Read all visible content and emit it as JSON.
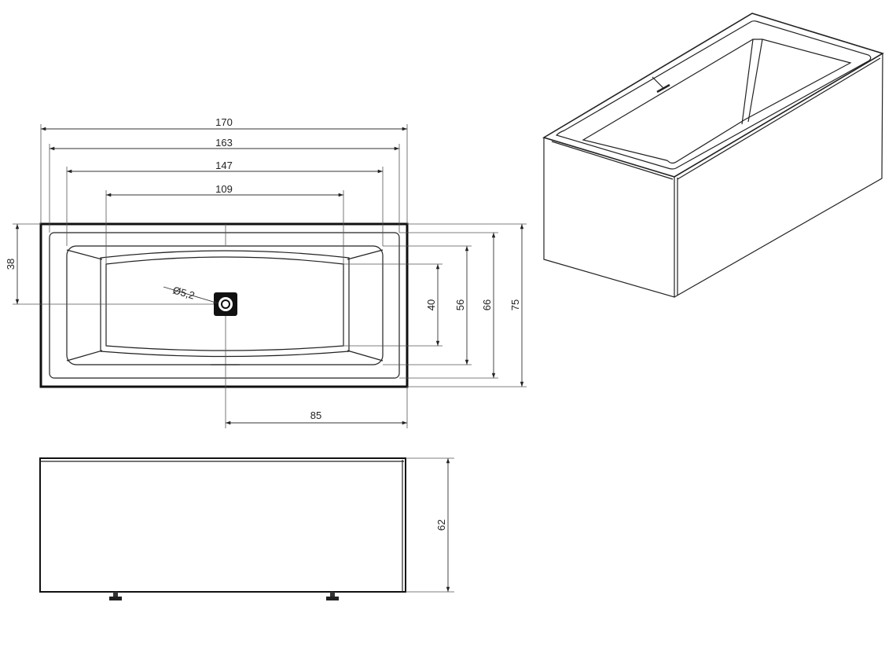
{
  "dimensions": {
    "length_outer": "170",
    "length_rim": "163",
    "length_basin": "147",
    "length_floor": "109",
    "width_outer": "75",
    "width_rim": "66",
    "width_basin": "56",
    "width_floor": "40",
    "drain_offset_width": "38",
    "drain_offset_length": "85",
    "drain_diameter": "Ø5,2",
    "height": "62"
  }
}
